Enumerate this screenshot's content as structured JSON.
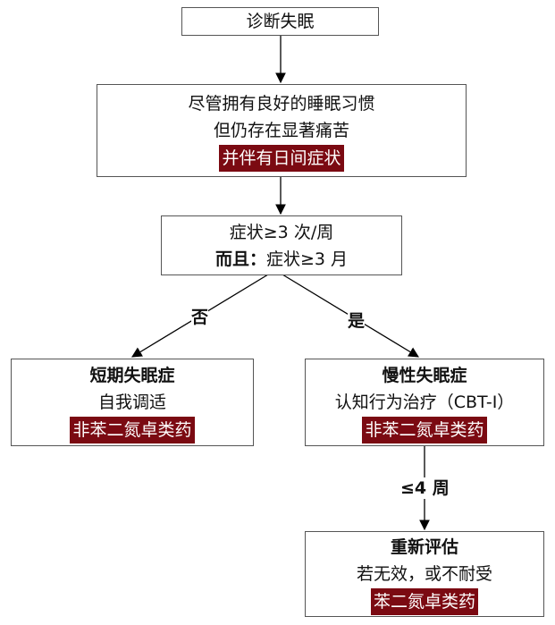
{
  "nodes": {
    "diagnose": {
      "title": "诊断失眠"
    },
    "criteria": {
      "line1": "尽管拥有良好的睡眠习惯",
      "line2": "但仍存在显著痛苦",
      "highlight": "并伴有日间症状"
    },
    "frequency": {
      "line1": "症状≥3 次/周",
      "line2_bold": "而且：",
      "line2_rest": "症状≥3 月"
    },
    "short_term": {
      "title": "短期失眠症",
      "line": "自我调适",
      "highlight": "非苯二氮卓类药"
    },
    "chronic": {
      "title": "慢性失眠症",
      "line": "认知行为治疗（CBT-I）",
      "highlight": "非苯二氮卓类药"
    },
    "reassess": {
      "title": "重新评估",
      "line": "若无效，或不耐受",
      "highlight": "苯二氮卓类药"
    }
  },
  "edges": {
    "no_label": "否",
    "yes_label": "是",
    "weeks_label": "≤4 周"
  },
  "colors": {
    "highlight_bg": "#7b0a12",
    "highlight_text": "#ffffff",
    "border": "#555555"
  }
}
